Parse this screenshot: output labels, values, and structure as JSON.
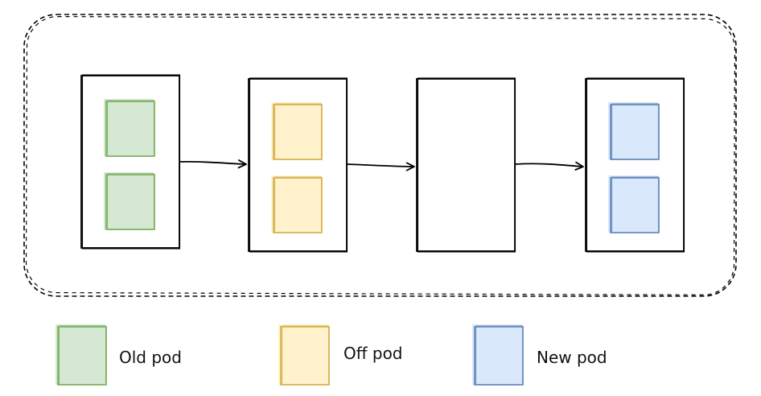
{
  "colors": {
    "old_fill": "#d5e8d4",
    "old_stroke": "#82b366",
    "off_fill": "#fff2cc",
    "off_stroke": "#d6b656",
    "new_fill": "#dae8fc",
    "new_stroke": "#6c8ebf",
    "line": "#000000"
  },
  "stages": [
    {
      "pods": [
        "old",
        "old"
      ]
    },
    {
      "pods": [
        "off",
        "off"
      ]
    },
    {
      "pods": []
    },
    {
      "pods": [
        "new",
        "new"
      ]
    }
  ],
  "legend": [
    {
      "kind": "old",
      "label": "Old pod"
    },
    {
      "kind": "off",
      "label": "Off pod"
    },
    {
      "kind": "new",
      "label": "New pod"
    }
  ]
}
